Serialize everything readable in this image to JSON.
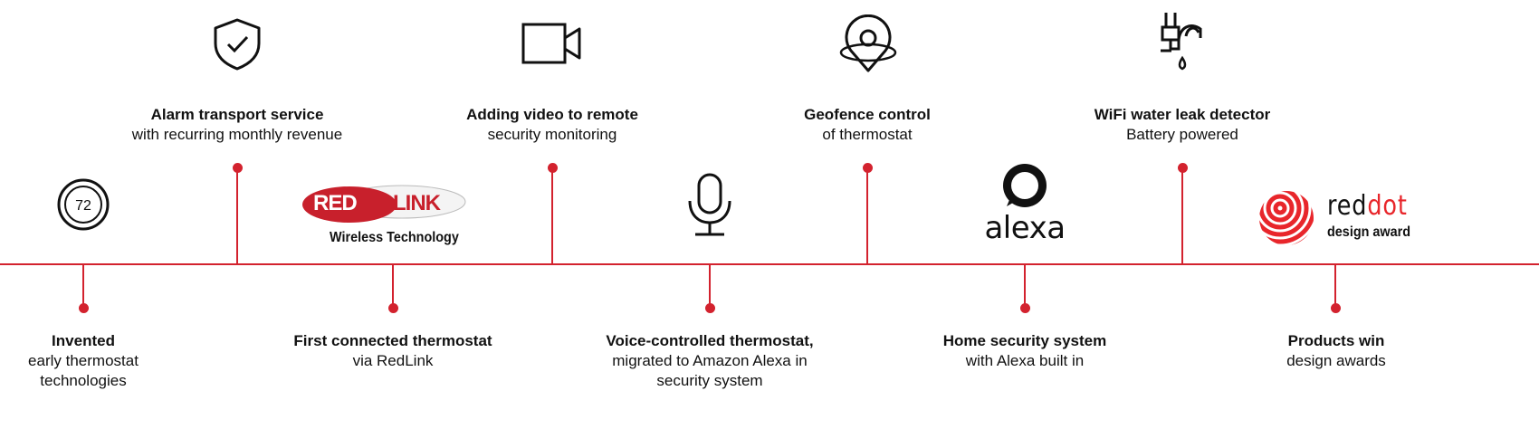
{
  "milestones": [
    {
      "title": "Invented",
      "lines": [
        "early thermostat",
        "technologies"
      ],
      "icon": "thermostat-icon",
      "icon_text": "72"
    },
    {
      "title": "Alarm transport service",
      "lines": [
        "with recurring monthly revenue"
      ],
      "icon": "shield-check-icon"
    },
    {
      "title": "First connected thermostat",
      "lines": [
        "via RedLink"
      ],
      "icon": "redlink-logo",
      "logo_text": [
        "RED",
        "LINK",
        "Wireless Technology"
      ]
    },
    {
      "title": "Adding video to remote",
      "lines": [
        "security monitoring"
      ],
      "icon": "video-camera-icon"
    },
    {
      "title": "Voice-controlled thermostat,",
      "lines": [
        "migrated to Amazon Alexa in",
        "security system"
      ],
      "icon": "microphone-icon"
    },
    {
      "title": "Geofence control",
      "lines": [
        "of thermostat"
      ],
      "icon": "geofence-pin-icon"
    },
    {
      "title": "Home security system",
      "lines": [
        "with Alexa built in"
      ],
      "icon": "alexa-logo",
      "logo_text": [
        "alexa"
      ]
    },
    {
      "title": "WiFi water leak detector",
      "lines": [
        "Battery powered"
      ],
      "icon": "water-leak-faucet-icon"
    },
    {
      "title": "Products win",
      "lines": [
        "design awards"
      ],
      "icon": "reddot-logo",
      "logo_text": [
        "red",
        "dot",
        "design award"
      ]
    }
  ],
  "colors": {
    "accent": "#d3222e",
    "text": "#111111"
  }
}
